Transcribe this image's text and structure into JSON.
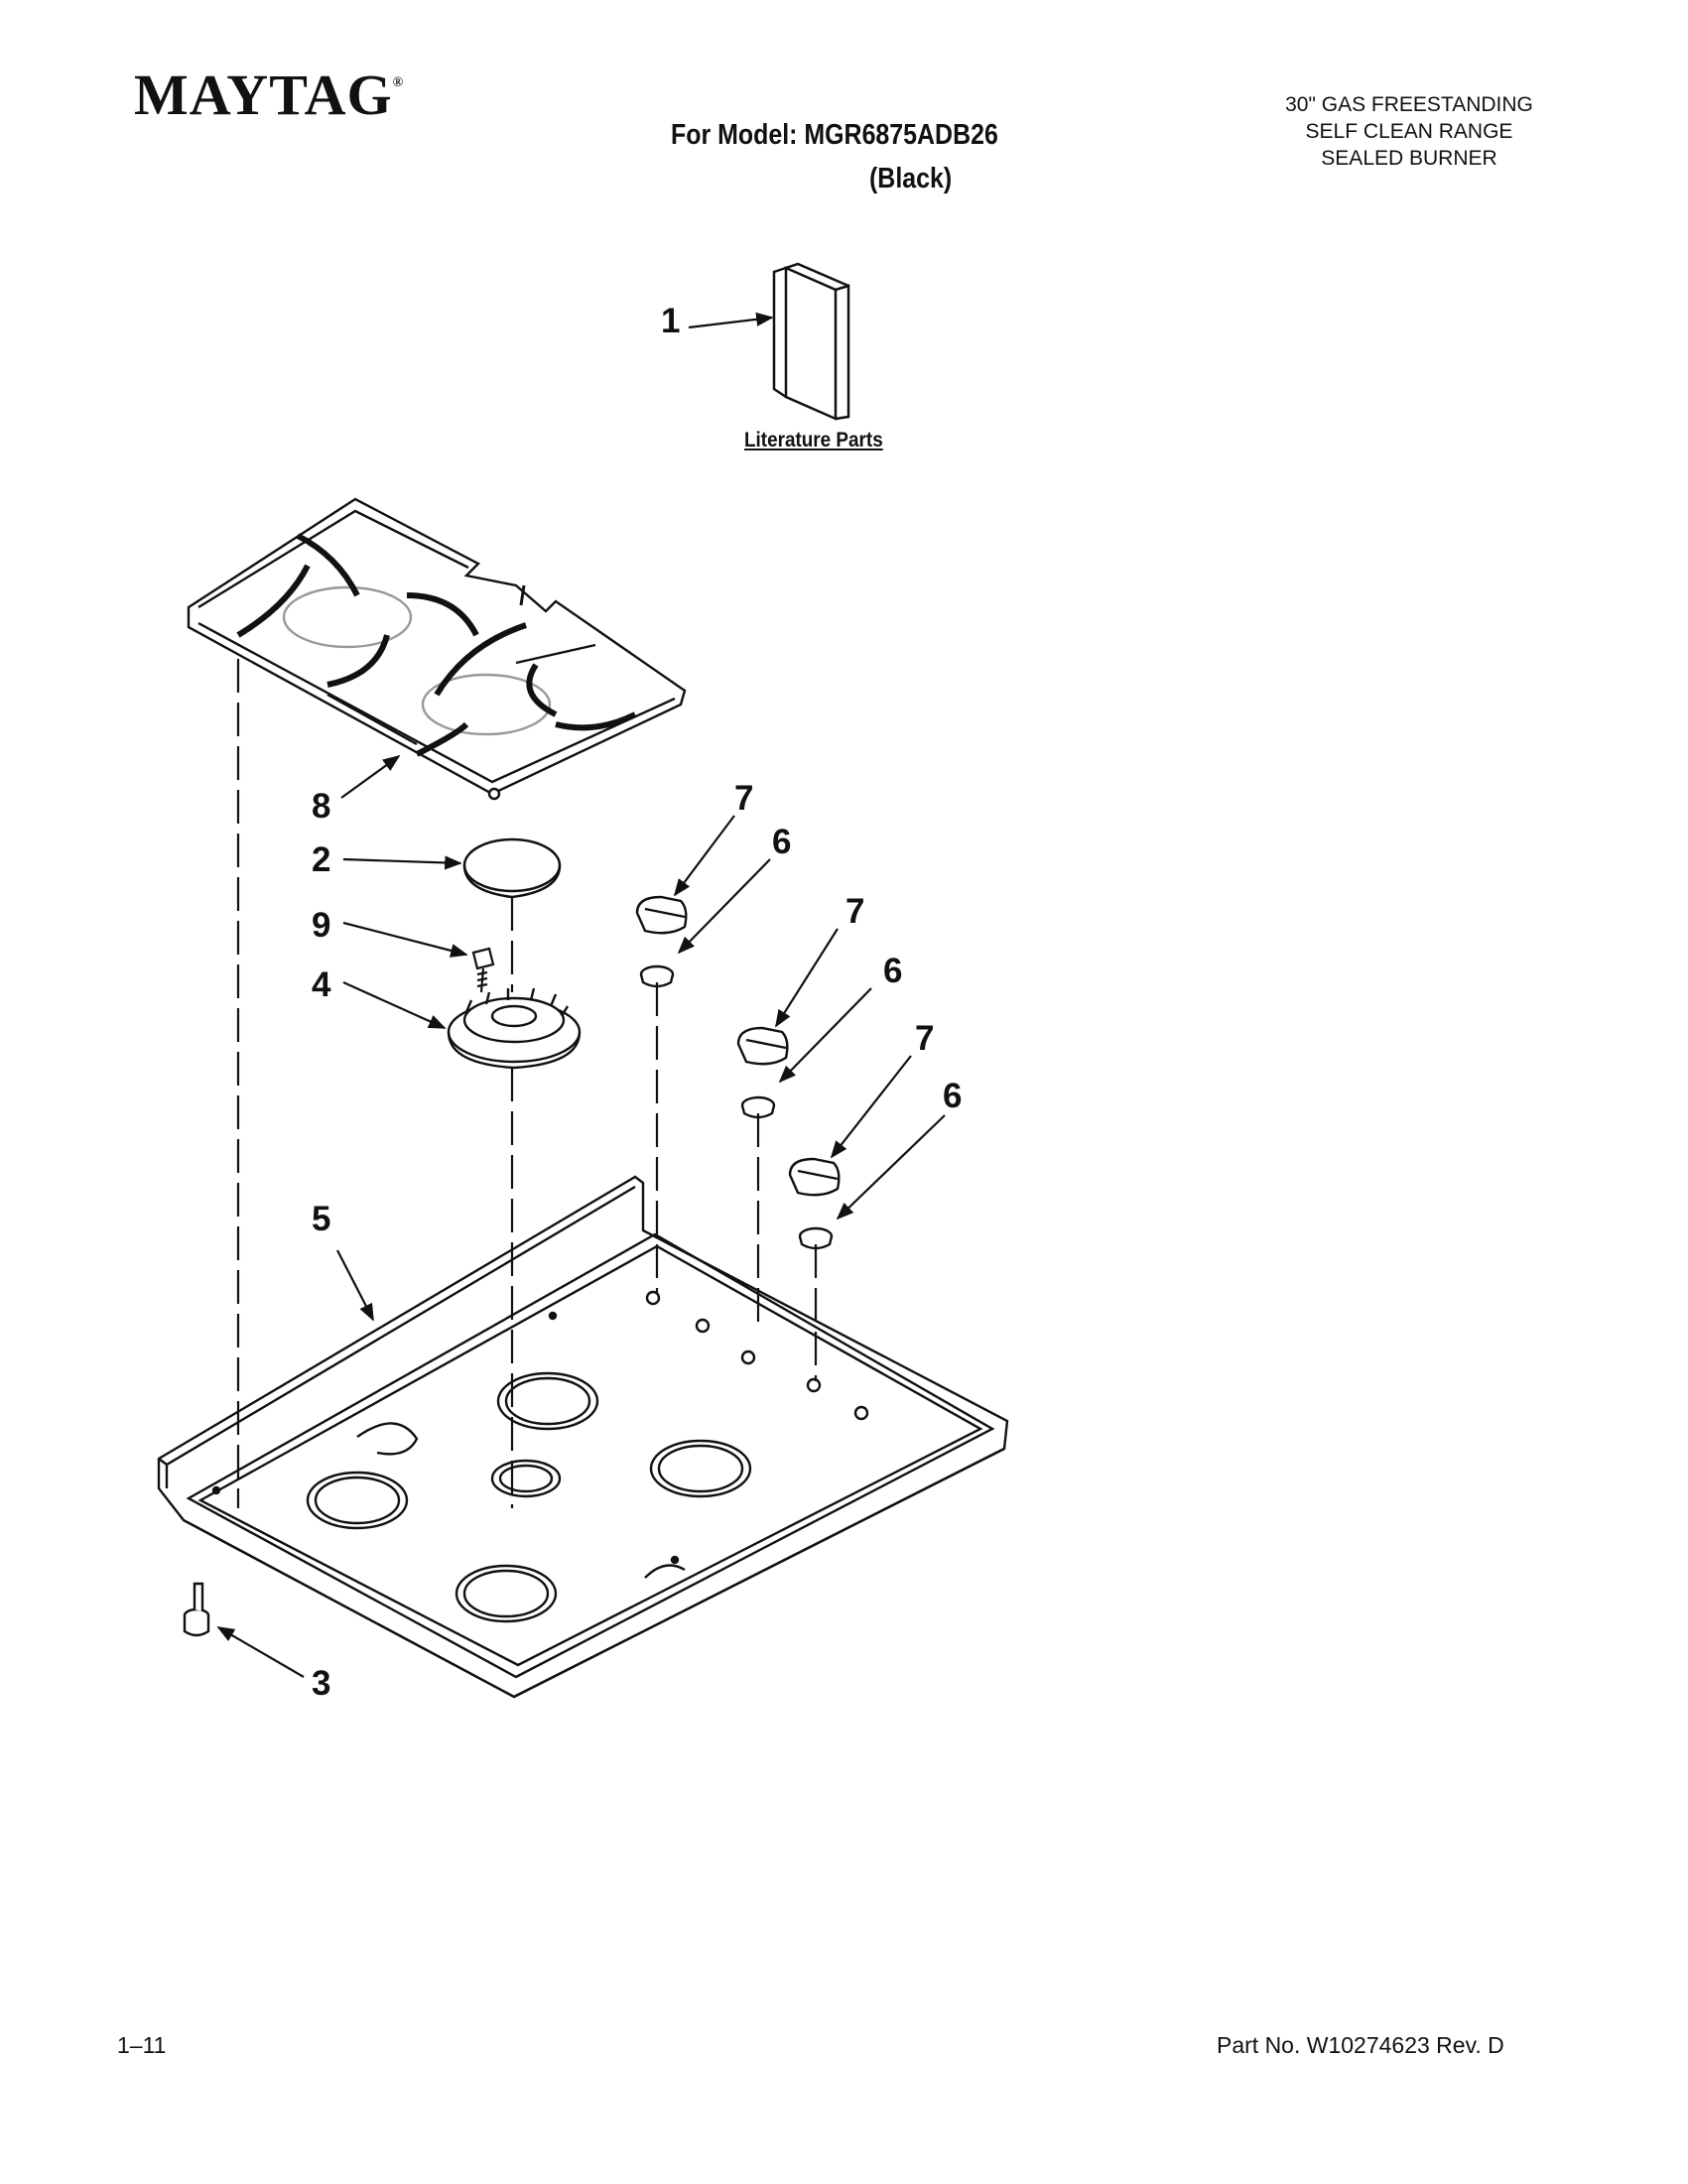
{
  "header": {
    "brand": "MAYTAG",
    "brand_mark": "®",
    "model_line": "For Model: MGR6875ADB26",
    "variant": "(Black)",
    "title_lines": [
      "30\" GAS FREESTANDING",
      "SELF CLEAN RANGE",
      "SEALED BURNER"
    ]
  },
  "diagram": {
    "literature_label": "Literature Parts",
    "callouts": {
      "c1": "1",
      "c8": "8",
      "c2": "2",
      "c9": "9",
      "c4": "4",
      "c7a": "7",
      "c6a": "6",
      "c7b": "7",
      "c6b": "6",
      "c7c": "7",
      "c6c": "6",
      "c5": "5",
      "c3": "3"
    }
  },
  "footer": {
    "page": "1–11",
    "part_no": "Part No. W10274623 Rev. D"
  }
}
